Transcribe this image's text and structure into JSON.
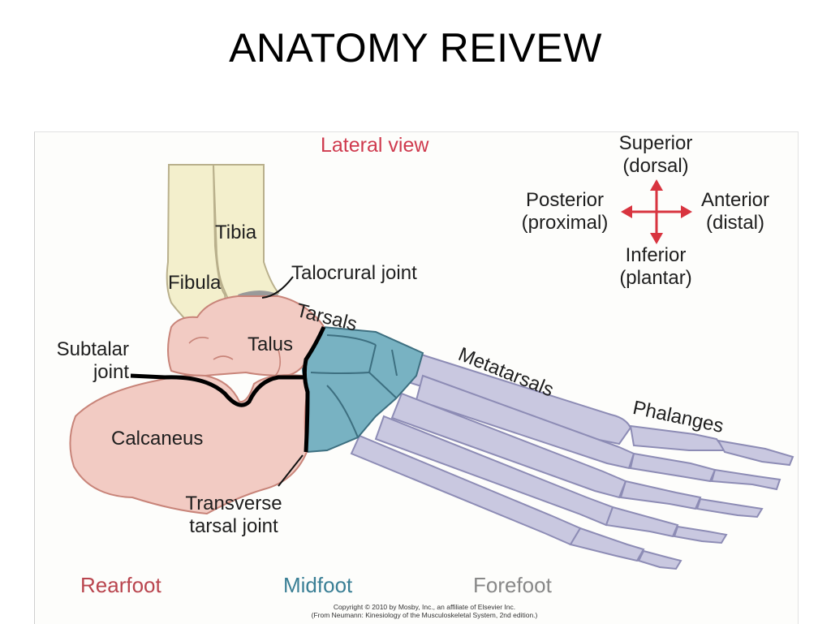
{
  "slide": {
    "title": "ANATOMY REIVEW"
  },
  "figure": {
    "view_label": "Lateral view",
    "orientation": {
      "superior": "Superior",
      "superior_sub": "(dorsal)",
      "posterior": "Posterior",
      "posterior_sub": "(proximal)",
      "anterior": "Anterior",
      "anterior_sub": "(distal)",
      "inferior": "Inferior",
      "inferior_sub": "(plantar)"
    },
    "labels": {
      "tibia": "Tibia",
      "fibula": "Fibula",
      "talocrural": "Talocrural joint",
      "tarsals": "Tarsals",
      "talus": "Talus",
      "subtalar_1": "Subtalar",
      "subtalar_2": "joint",
      "calcaneus": "Calcaneus",
      "metatarsals": "Metatarsals",
      "phalanges": "Phalanges",
      "transverse_1": "Transverse",
      "transverse_2": "tarsal joint"
    },
    "regions": {
      "rearfoot": "Rearfoot",
      "midfoot": "Midfoot",
      "forefoot": "Forefoot"
    },
    "copyright": {
      "line1": "Copyright © 2010 by Mosby, Inc., an affiliate of Elsevier Inc.",
      "line2": "(From Neumann: Kinesiology of the Musculoskeletal System, 2nd edition.)"
    },
    "colors": {
      "rearfoot": "#f2cbc3",
      "midfoot": "#78b2c2",
      "forefoot": "#c9c8e0",
      "leg_bones": "#f3efcc",
      "arrow": "#d8343f",
      "view_label": "#cf3a4e",
      "midfoot_text": "#3a7f95",
      "forefoot_text": "#888888",
      "rearfoot_text": "#b9454e"
    }
  }
}
